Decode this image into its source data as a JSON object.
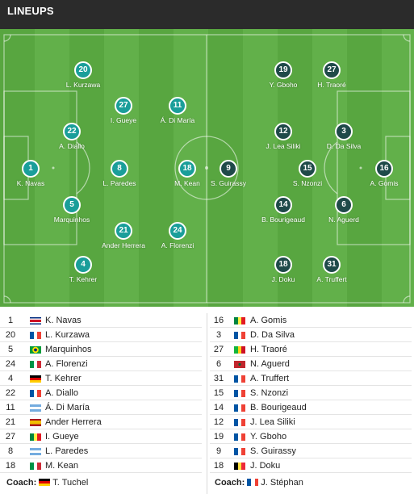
{
  "header": {
    "title": "LINEUPS"
  },
  "home_pitch": [
    {
      "num": "1",
      "name": "K. Navas"
    },
    {
      "num": "20",
      "name": "L. Kurzawa"
    },
    {
      "num": "22",
      "name": "A. Diallo"
    },
    {
      "num": "5",
      "name": "Marquinhos"
    },
    {
      "num": "4",
      "name": "T. Kehrer"
    },
    {
      "num": "27",
      "name": "I. Gueye"
    },
    {
      "num": "8",
      "name": "L. Paredes"
    },
    {
      "num": "21",
      "name": "Ander Herrera"
    },
    {
      "num": "11",
      "name": "Á. Di María"
    },
    {
      "num": "18",
      "name": "M. Kean"
    },
    {
      "num": "24",
      "name": "A. Florenzi"
    }
  ],
  "away_pitch": [
    {
      "num": "16",
      "name": "A. Gomis"
    },
    {
      "num": "27",
      "name": "H. Traoré"
    },
    {
      "num": "3",
      "name": "D. Da Silva"
    },
    {
      "num": "6",
      "name": "N. Aguerd"
    },
    {
      "num": "31",
      "name": "A. Truffert"
    },
    {
      "num": "19",
      "name": "Y. Gboho"
    },
    {
      "num": "12",
      "name": "J. Lea Siliki"
    },
    {
      "num": "15",
      "name": "S. Nzonzi"
    },
    {
      "num": "14",
      "name": "B. Bourigeaud"
    },
    {
      "num": "18",
      "name": "J. Doku"
    },
    {
      "num": "9",
      "name": "S. Guirassy"
    }
  ],
  "home_list": [
    {
      "num": "1",
      "name": "K. Navas",
      "flag": "costa-rica"
    },
    {
      "num": "20",
      "name": "L. Kurzawa",
      "flag": "france"
    },
    {
      "num": "5",
      "name": "Marquinhos",
      "flag": "brazil"
    },
    {
      "num": "24",
      "name": "A. Florenzi",
      "flag": "italy"
    },
    {
      "num": "4",
      "name": "T. Kehrer",
      "flag": "germany"
    },
    {
      "num": "22",
      "name": "A. Diallo",
      "flag": "france"
    },
    {
      "num": "11",
      "name": "Á. Di María",
      "flag": "argentina"
    },
    {
      "num": "21",
      "name": "Ander Herrera",
      "flag": "spain"
    },
    {
      "num": "27",
      "name": "I. Gueye",
      "flag": "senegal"
    },
    {
      "num": "8",
      "name": "L. Paredes",
      "flag": "argentina"
    },
    {
      "num": "18",
      "name": "M. Kean",
      "flag": "italy"
    }
  ],
  "away_list": [
    {
      "num": "16",
      "name": "A. Gomis",
      "flag": "senegal"
    },
    {
      "num": "3",
      "name": "D. Da Silva",
      "flag": "france"
    },
    {
      "num": "27",
      "name": "H. Traoré",
      "flag": "mali"
    },
    {
      "num": "6",
      "name": "N. Aguerd",
      "flag": "morocco"
    },
    {
      "num": "31",
      "name": "A. Truffert",
      "flag": "france"
    },
    {
      "num": "15",
      "name": "S. Nzonzi",
      "flag": "france"
    },
    {
      "num": "14",
      "name": "B. Bourigeaud",
      "flag": "france"
    },
    {
      "num": "12",
      "name": "J. Lea Siliki",
      "flag": "france"
    },
    {
      "num": "19",
      "name": "Y. Gboho",
      "flag": "france"
    },
    {
      "num": "9",
      "name": "S. Guirassy",
      "flag": "france"
    },
    {
      "num": "18",
      "name": "J. Doku",
      "flag": "belgium"
    }
  ],
  "coaches": {
    "label": "Coach:",
    "home": {
      "name": "T. Tuchel",
      "flag": "germany"
    },
    "away": {
      "name": "J. Stéphan",
      "flag": "france"
    }
  },
  "colors": {
    "home_circle": "#1a9e9a",
    "away_circle": "#1f4a49",
    "pitch_light": "#62b04a",
    "pitch_dark": "#58a640",
    "header_bg": "#2b2b2b"
  }
}
